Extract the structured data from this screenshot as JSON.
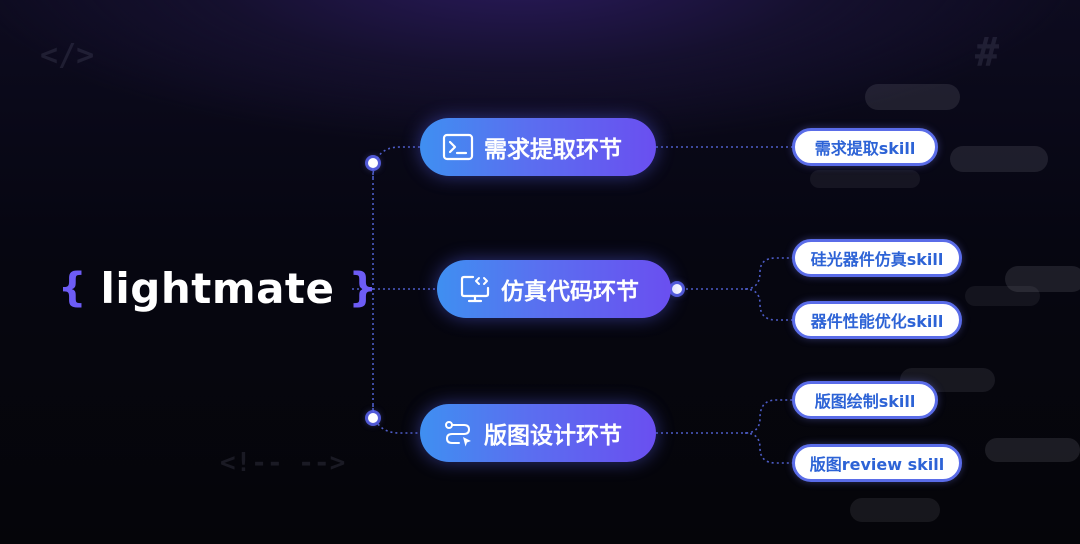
{
  "logo": {
    "open_brace": "{",
    "name": "lightmate",
    "close_brace": "}"
  },
  "stages": [
    {
      "label": "需求提取环节",
      "icon": "terminal-icon",
      "skills": [
        "需求提取skill"
      ]
    },
    {
      "label": "仿真代码环节",
      "icon": "monitor-code-icon",
      "skills": [
        "硅光器件仿真skill",
        "器件性能优化skill"
      ]
    },
    {
      "label": "版图设计环节",
      "icon": "route-path-icon",
      "skills": [
        "版图绘制skill",
        "版图review skill"
      ]
    }
  ],
  "background_code": [
    "</>",
    "#",
    "<!-- -->"
  ],
  "colors": {
    "accent_purple": "#6d5cf5",
    "stage_gradient_start": "#3f8ff1",
    "stage_gradient_end": "#6a4ff0",
    "skill_text": "#2d63d6",
    "connector": "#5a6ce8"
  }
}
